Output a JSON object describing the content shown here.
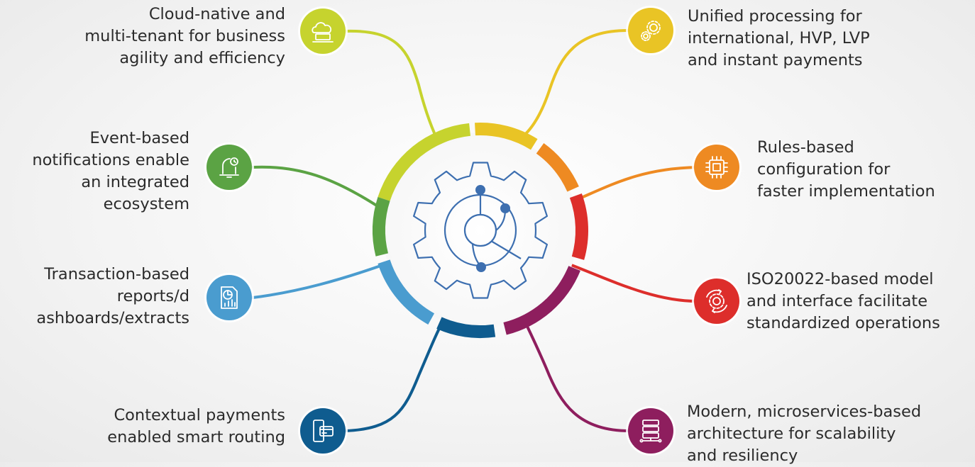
{
  "features": [
    {
      "id": "cloud",
      "icon": "cloud-laptop-icon",
      "color": "#C6D32E",
      "side": "left",
      "lines": [
        "Cloud-native and",
        "multi-tenant for business",
        "agility and  efficiency"
      ]
    },
    {
      "id": "notifications",
      "icon": "bell-clock-icon",
      "color": "#5BA344",
      "side": "left",
      "lines": [
        "Event-based",
        "notifications enable",
        "an integrated",
        "ecosystem"
      ]
    },
    {
      "id": "reports",
      "icon": "report-chart-icon",
      "color": "#4A9CCF",
      "side": "left",
      "lines": [
        "Transaction-based",
        "reports/d",
        "ashboards/extracts"
      ]
    },
    {
      "id": "routing",
      "icon": "mobile-card-icon",
      "color": "#0F5C8F",
      "side": "left",
      "lines": [
        "Contextual payments",
        "enabled smart routing"
      ]
    },
    {
      "id": "processing",
      "icon": "gears-icon",
      "color": "#E9C425",
      "side": "right",
      "lines": [
        "Unified processing for",
        "international, HVP, LVP",
        "and instant payments"
      ]
    },
    {
      "id": "rules",
      "icon": "chip-icon",
      "color": "#EE8A22",
      "side": "right",
      "lines": [
        "Rules-based",
        "configuration for",
        "faster  implementation"
      ]
    },
    {
      "id": "iso",
      "icon": "gear-cycle-icon",
      "color": "#DD2E2B",
      "side": "right",
      "lines": [
        "ISO20022-based model",
        "and interface facilitate",
        "standardized operations"
      ]
    },
    {
      "id": "microservices",
      "icon": "server-network-icon",
      "color": "#8E1E5E",
      "side": "right",
      "lines": [
        "Modern, microservices-based",
        "architecture for scalability",
        "and resiliency"
      ]
    }
  ],
  "center": {
    "icon": "central-gear-circuit-icon",
    "stroke": "#3D6FB0"
  }
}
